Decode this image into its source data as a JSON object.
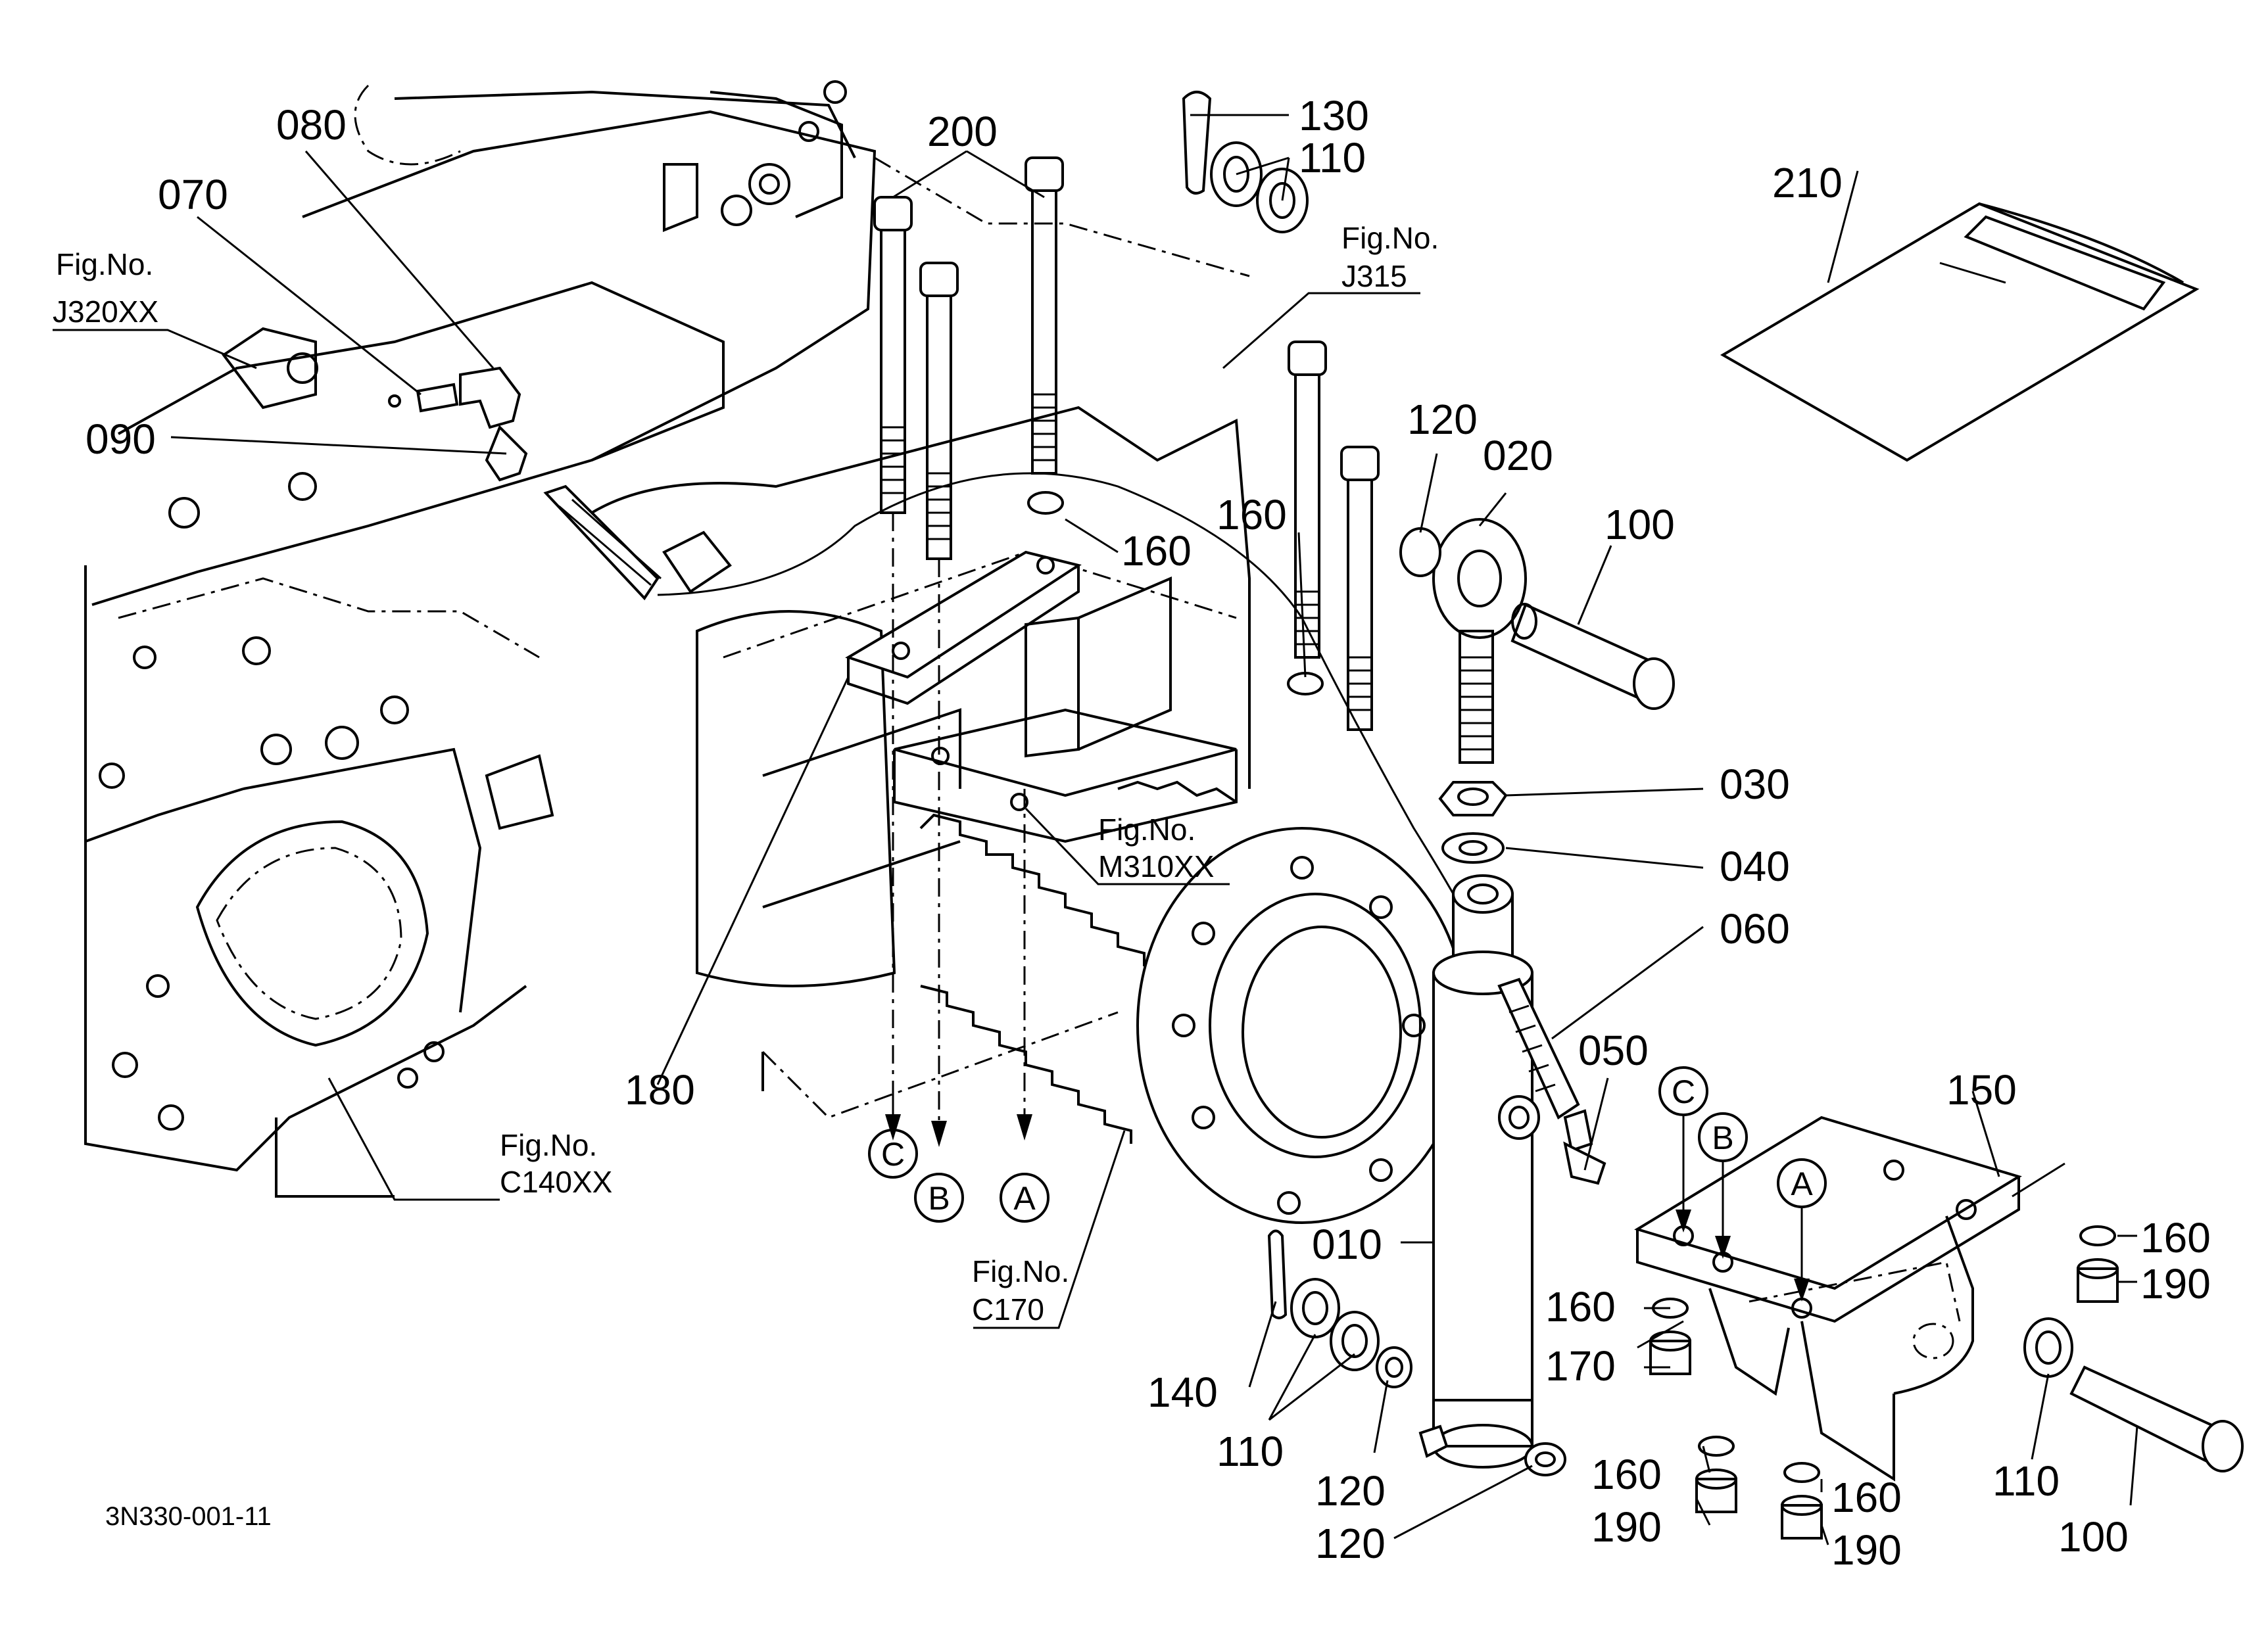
{
  "drawing_code": "3N330-001-11",
  "part_callouts": [
    {
      "id": "p080",
      "label": "080"
    },
    {
      "id": "p070",
      "label": "070"
    },
    {
      "id": "p090",
      "label": "090"
    },
    {
      "id": "p200",
      "label": "200"
    },
    {
      "id": "p130",
      "label": "130"
    },
    {
      "id": "p110a",
      "label": "110"
    },
    {
      "id": "p210",
      "label": "210"
    },
    {
      "id": "p120a",
      "label": "120"
    },
    {
      "id": "p020",
      "label": "020"
    },
    {
      "id": "p100a",
      "label": "100"
    },
    {
      "id": "p160a",
      "label": "160"
    },
    {
      "id": "p160b",
      "label": "160"
    },
    {
      "id": "p030",
      "label": "030"
    },
    {
      "id": "p040",
      "label": "040"
    },
    {
      "id": "p060",
      "label": "060"
    },
    {
      "id": "p050",
      "label": "050"
    },
    {
      "id": "p180",
      "label": "180"
    },
    {
      "id": "p150",
      "label": "150"
    },
    {
      "id": "p010",
      "label": "010"
    },
    {
      "id": "p160c",
      "label": "160"
    },
    {
      "id": "p190a",
      "label": "190"
    },
    {
      "id": "p160d",
      "label": "160"
    },
    {
      "id": "p170",
      "label": "170"
    },
    {
      "id": "p140",
      "label": "140"
    },
    {
      "id": "p110b",
      "label": "110"
    },
    {
      "id": "p120b",
      "label": "120"
    },
    {
      "id": "p110c",
      "label": "110"
    },
    {
      "id": "p100b",
      "label": "100"
    },
    {
      "id": "p160e",
      "label": "160"
    },
    {
      "id": "p190b",
      "label": "190"
    },
    {
      "id": "p160f",
      "label": "160"
    },
    {
      "id": "p190c",
      "label": "190"
    },
    {
      "id": "p120c",
      "label": "120"
    }
  ],
  "figure_refs": [
    {
      "id": "j320",
      "line1": "Fig.No.",
      "line2": "J320XX"
    },
    {
      "id": "j315",
      "line1": "Fig.No.",
      "line2": "J315"
    },
    {
      "id": "m310",
      "line1": "Fig.No.",
      "line2": "M310XX"
    },
    {
      "id": "c140",
      "line1": "Fig.No.",
      "line2": "C140XX"
    },
    {
      "id": "c170",
      "line1": "Fig.No.",
      "line2": "C170"
    }
  ],
  "connection_markers": {
    "left": [
      "C",
      "B",
      "A"
    ],
    "right": [
      "C",
      "B",
      "A"
    ]
  }
}
